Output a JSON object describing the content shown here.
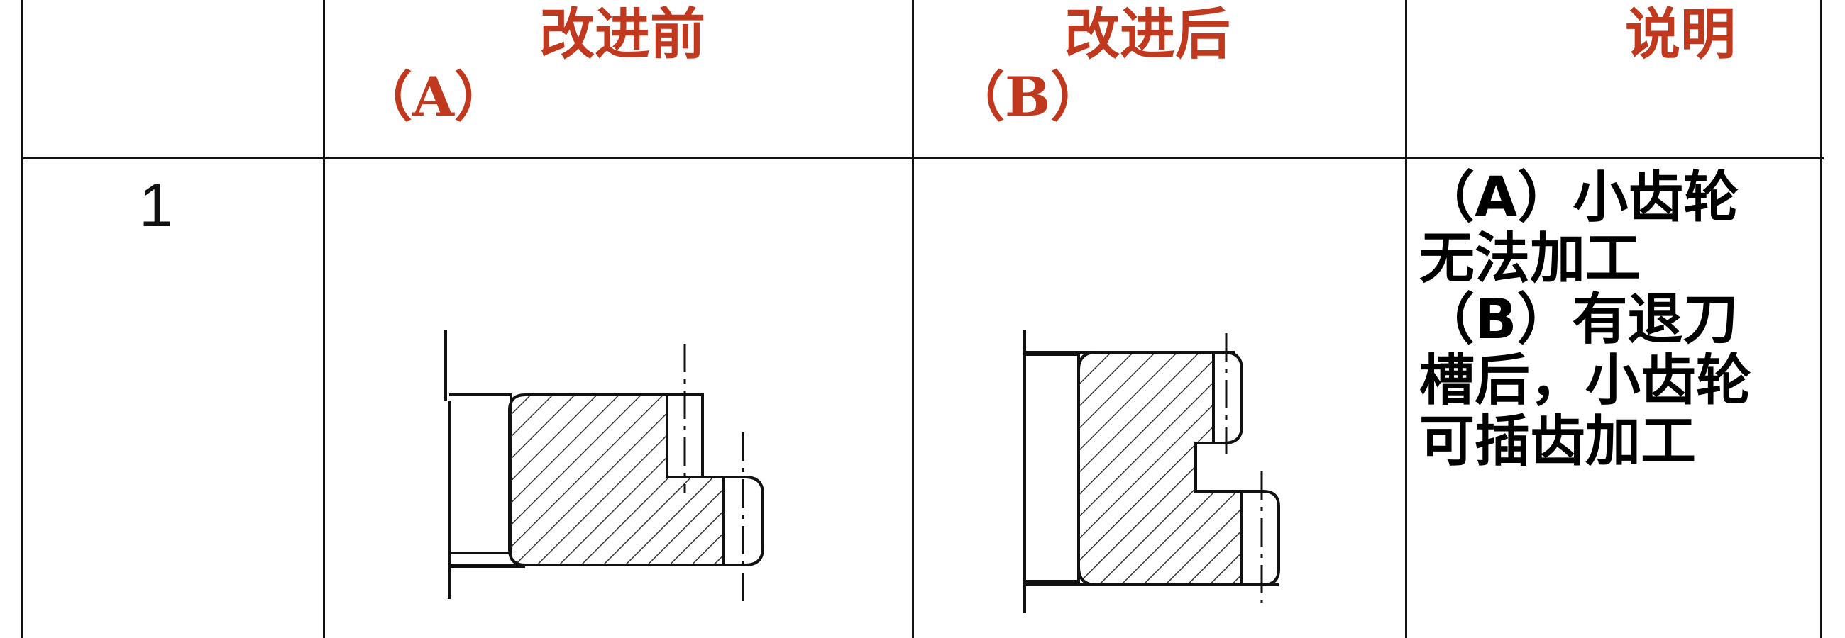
{
  "table": {
    "headers": {
      "before": {
        "main": "改进前",
        "sub": "（A）"
      },
      "after": {
        "main": "改进后",
        "sub": "（B）"
      },
      "explanation": "说明"
    },
    "rows": [
      {
        "number": "1",
        "drawing_before": "gear-cross-section-without-groove",
        "drawing_after": "gear-cross-section-with-relief-groove",
        "explanation_lines": [
          "（A）小齿轮",
          "无法加工",
          "（B）有退刀",
          "槽后，小齿轮",
          "可插齿加工"
        ]
      }
    ]
  },
  "colors": {
    "header_text": "#c0391f",
    "body_text": "#000000",
    "lines": "#111111"
  }
}
